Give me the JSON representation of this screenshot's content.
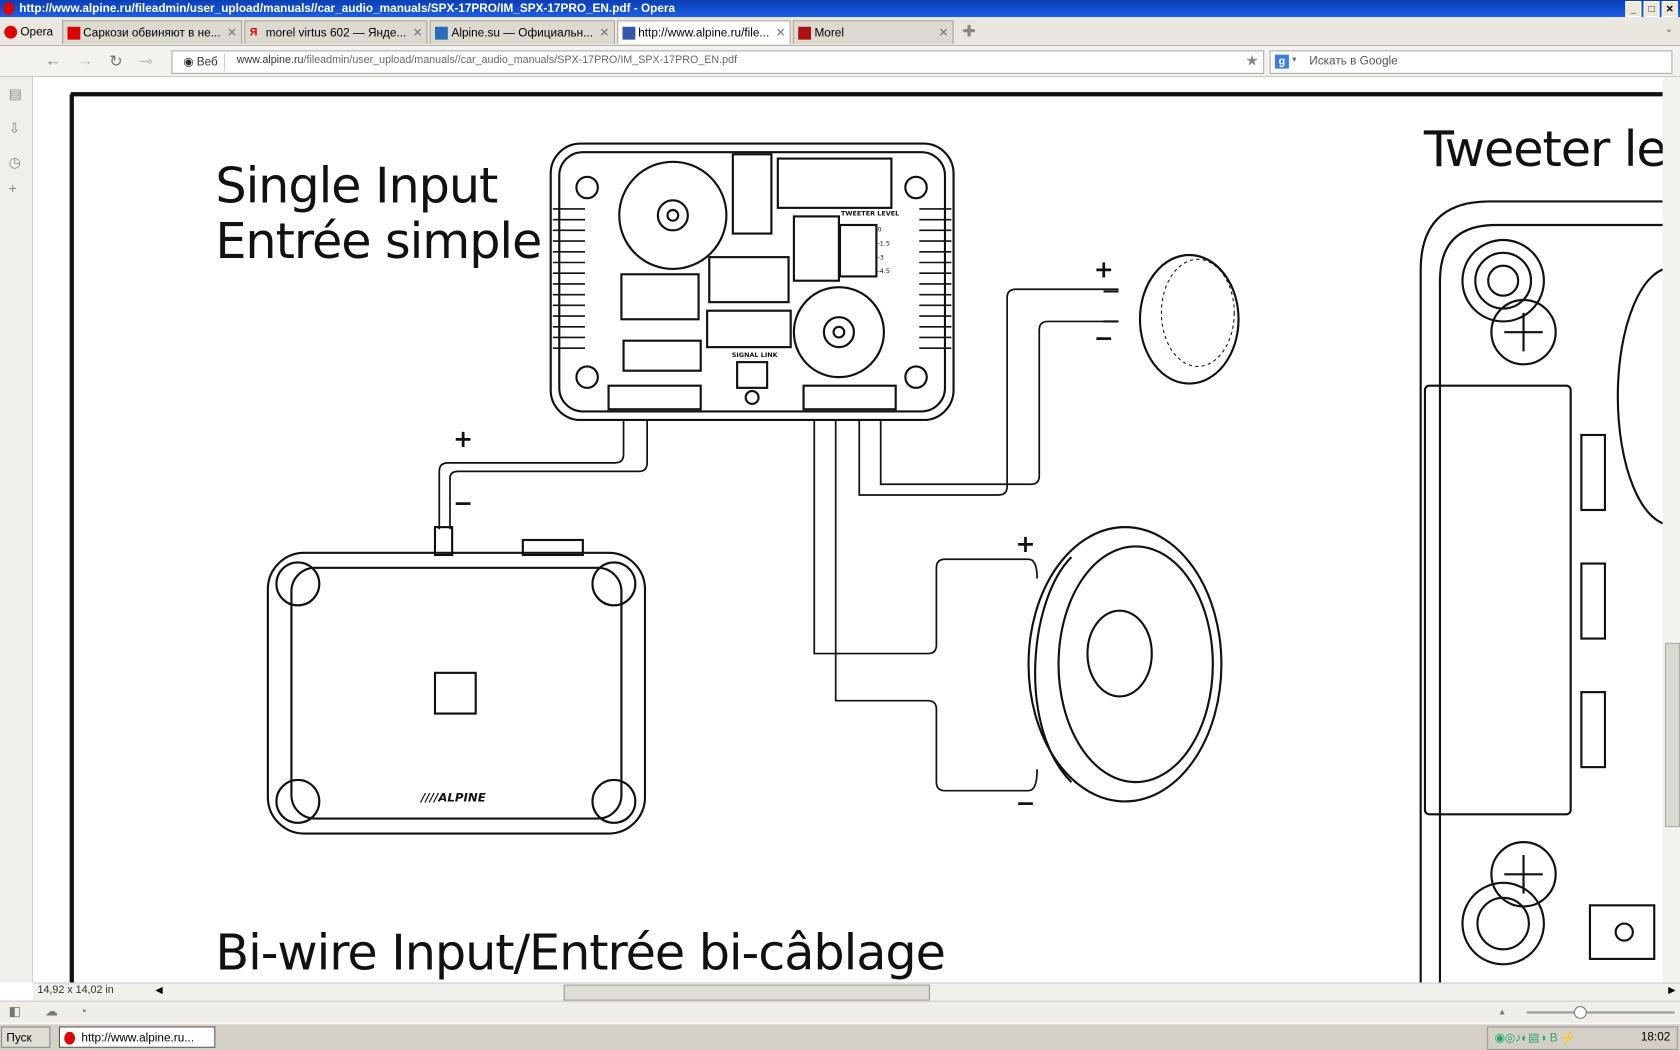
{
  "window": {
    "title": "http://www.alpine.ru/fileadmin/user_upload/manuals//car_audio_manuals/SPX-17PRO/IM_SPX-17PRO_EN.pdf - Opera"
  },
  "tabs": [
    {
      "label": "Opera"
    },
    {
      "label": "Саркози обвиняют в не..."
    },
    {
      "label": "morel virtus 602 — Янде..."
    },
    {
      "label": "Alpine.su — Официальн..."
    },
    {
      "label": "http://www.alpine.ru/file..."
    },
    {
      "label": "Morel"
    }
  ],
  "nav": {
    "web_label": "Веб",
    "url_host": "www.alpine.ru",
    "url_path": "/fileadmin/user_upload/manuals//car_audio_manuals/SPX-17PRO/IM_SPX-17PRO_EN.pdf",
    "search_placeholder": "Искать в Google"
  },
  "pdf": {
    "heading1": "Single Input",
    "heading2": "Entrée simple",
    "heading3": "Bi-wire Input/Entrée bi-câblage",
    "heading4": "Tweeter lev",
    "tweeter_level_label": "TWEETER LEVEL",
    "signal_link_label": "SIGNAL LINK",
    "brand": "////ALPINE",
    "levels": [
      "0",
      "-1.5",
      "-3",
      "-4.5"
    ],
    "plus": "+",
    "minus": "−"
  },
  "status": {
    "page_size": "14,92 x 14,02 in"
  },
  "taskbar": {
    "start": "Пуск",
    "task": "http://www.alpine.ru...",
    "clock": "18:02"
  }
}
